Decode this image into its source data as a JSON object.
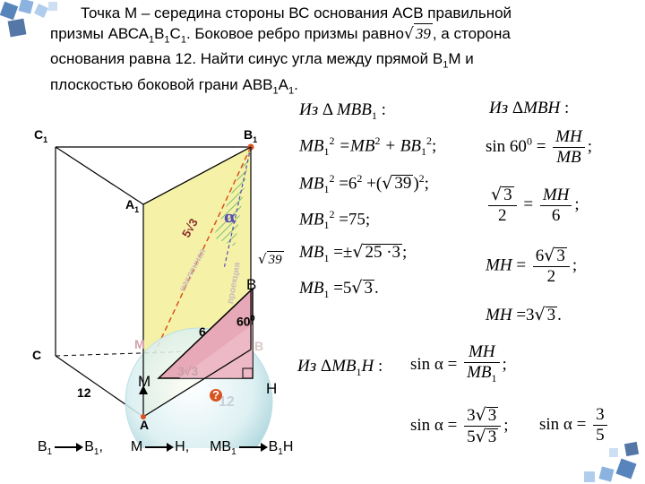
{
  "problem": {
    "line1": "Точка М – середина стороны ВС основания АСВ правильной",
    "line2_a": "призмы АВСА",
    "line2_b": "В",
    "line2_c": "С",
    "line2_d": ". Боковое ребро призмы равно",
    "line2_e": ", а сторона",
    "line3": "основания равна 12. Найти синус угла между прямой В",
    "line3_b": "М и",
    "line4_a": "плоскостью боковой грани АВВ",
    "line4_b": "А",
    "sub1": "1",
    "sqrt39": "39",
    "dot": "."
  },
  "figure": {
    "C1": "C",
    "B1": "B",
    "A1": "A",
    "C": "C",
    "M_ghost": "M",
    "A": "A",
    "sub1": "1",
    "edge12": "12",
    "alpha": "α",
    "sqrt39": "39",
    "diag_label": "5√3",
    "side_naklon": "наклонная",
    "side_proek": "проекция"
  },
  "triangle": {
    "B": "B",
    "M": "M",
    "H": "H",
    "six": "6",
    "angle": "60",
    "deg": "0",
    "three": "3√3",
    "q": "?",
    "twelve": "12",
    "ghost_B": "B"
  },
  "bottom": {
    "b1a": "B",
    "b1b": "B",
    "comma": ",",
    "m": "M",
    "h": "H,",
    "mb1": "MB",
    "b1h": "B",
    "hH": "H",
    "sub1": "1"
  },
  "calc1": {
    "header_iz": "Из",
    "tri": "Δ",
    "header_name": "MBB",
    "colon": ":",
    "r1_left": "MB",
    "r1_mid": "=MB",
    "r1_plus": "+ BB",
    "r1_end": ";",
    "r2_left": "MB",
    "r2_mid": "=6",
    "r2_plus": "+",
    "r2_sq": "39",
    "r2_end": ";",
    "r3_left": "MB",
    "r3_mid": "=75;",
    "r4_left": "MB",
    "r4_mid": "=±",
    "r4_sq": "25 ·3",
    "r4_end": ";",
    "r5_left": "MB",
    "r5_mid": "=5",
    "r5_sq": "3",
    "r5_end": ".",
    "sup2": "2",
    "sub1": "1"
  },
  "calc2": {
    "header_iz": "Из",
    "tri": "Δ",
    "header_name": "MBH",
    "colon": ":",
    "r1_sin": "sin 60",
    "r1_deg": "0",
    "r1_eq": "=",
    "r1_num": "MH",
    "r1_den": "MB",
    "r1_end": ";",
    "r2_num_sq": "3",
    "r2_den": "2",
    "r2_eq": "=",
    "r2_num": "MH",
    "r2_den2": "6",
    "r2_end": ";",
    "r3_left": "MH",
    "r3_eq": "=",
    "r3_num": "6",
    "r3_sq": "3",
    "r3_den": "2",
    "r3_end": ";",
    "r4_left": "MH",
    "r4_eq": "=3",
    "r4_sq": "3",
    "r4_end": "."
  },
  "calc3": {
    "header_iz": "Из",
    "tri": "Δ",
    "header_name": "MB",
    "header_h": "H",
    "colon": ":",
    "r1_sin": "sin α",
    "r1_eq": "=",
    "r1_num": "MH",
    "r1_den": "MB",
    "r1_end": ";",
    "r2_sin": "sin α",
    "r2_eq": "=",
    "r2_num": "3",
    "r2_sq": "3",
    "r2_den": "5",
    "r2_den_sq": "3",
    "r2_end": ";",
    "r3_sin": "sin α",
    "r3_eq": "=",
    "r3_num": "3",
    "r3_den": "5",
    "sub1": "1"
  }
}
